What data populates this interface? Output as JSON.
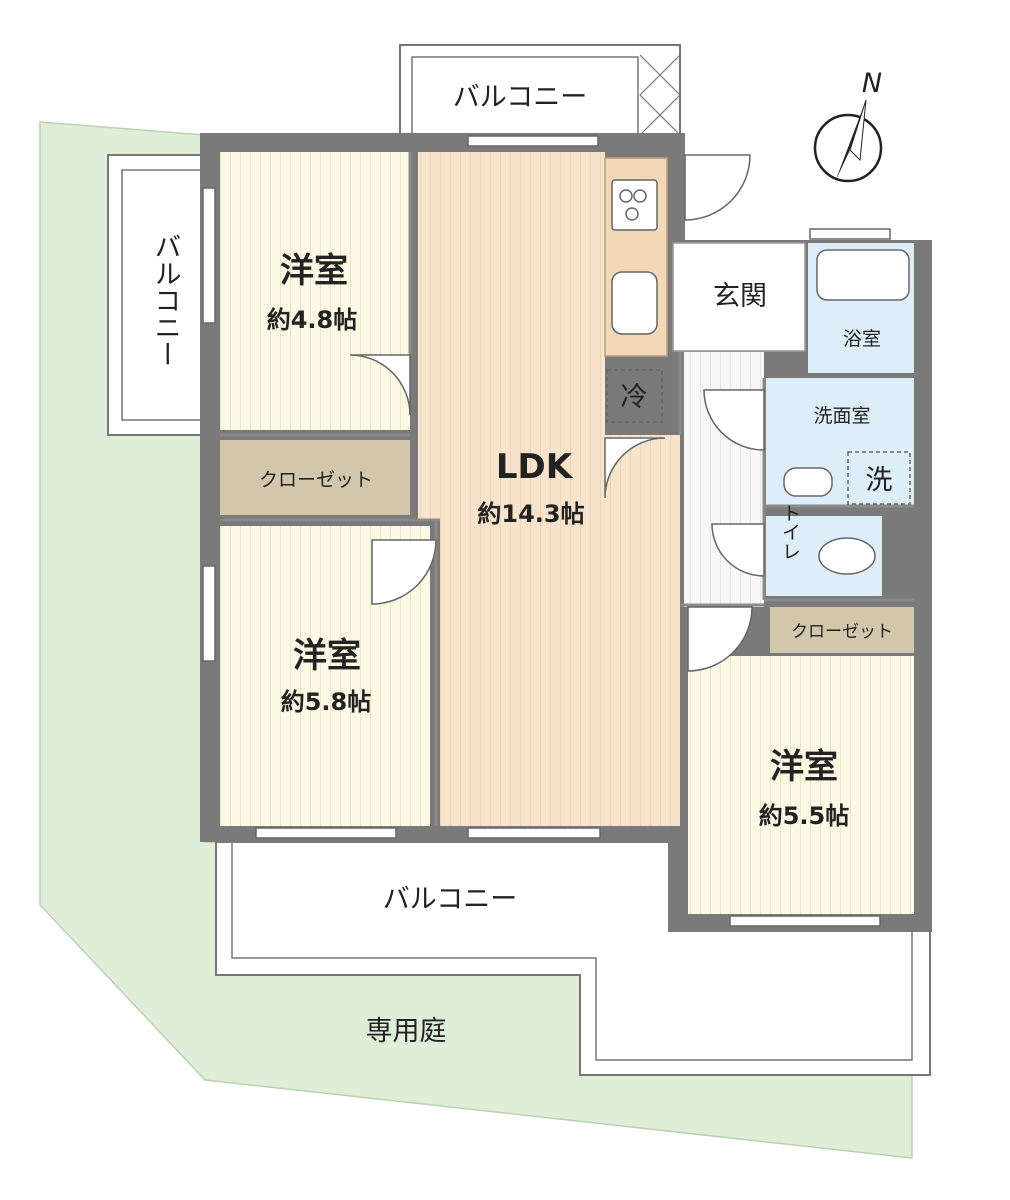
{
  "balcony_label": "バルコニー",
  "garden_label": "専用庭",
  "north_label": "N",
  "rooms": {
    "western_room_a": {
      "name": "洋室",
      "area": "約4.8帖"
    },
    "western_room_b": {
      "name": "洋室",
      "area": "約5.8帖"
    },
    "western_room_c": {
      "name": "洋室",
      "area": "約5.5帖"
    },
    "ldk": {
      "name": "LDK",
      "area": "約14.3帖"
    },
    "entrance": {
      "name": "玄関"
    },
    "bathroom": {
      "name": "浴室"
    },
    "washroom": {
      "name": "洗面室"
    },
    "toilet": {
      "name": "トイレ"
    },
    "closet_left": {
      "name": "クローゼット"
    },
    "closet_right": {
      "name": "クローゼット"
    },
    "refrigerator_mark": "冷",
    "washer_mark": "洗"
  },
  "colors": {
    "garden": "#dfeed8",
    "wall": "#7a7a7a",
    "room_floor": "#fbf8e4",
    "ldk_floor": "#f8e4cc",
    "wet_area": "#ddeef9",
    "closet": "#d2c6ab",
    "kitchen": "#f3d8b7"
  }
}
